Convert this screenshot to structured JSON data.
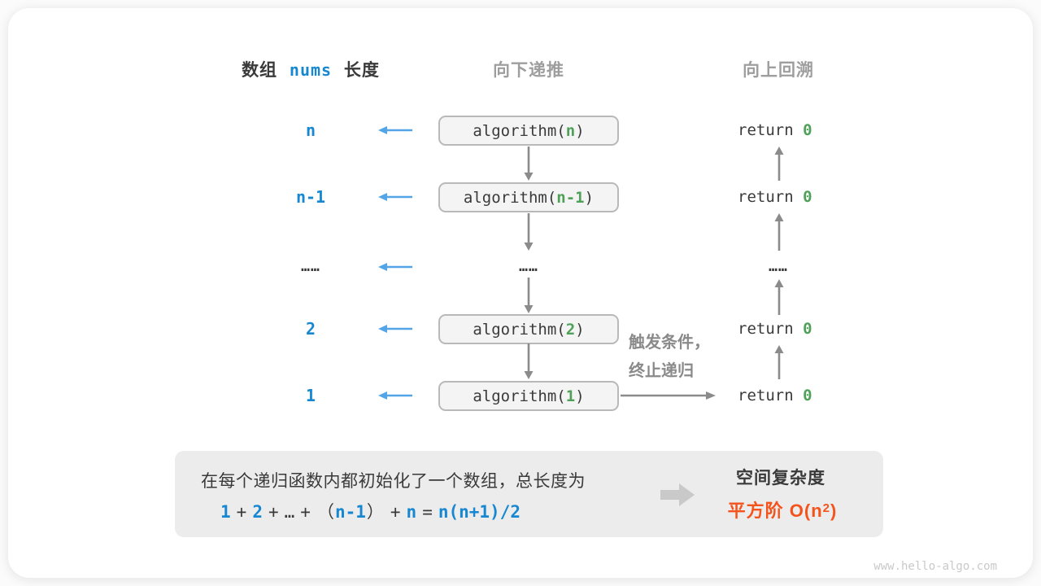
{
  "diagram": {
    "headers": {
      "col1_pre": "数组",
      "col1_code": "nums",
      "col1_post": "长度",
      "col2": "向下递推",
      "col3": "向上回溯"
    },
    "rows": [
      {
        "label": "n",
        "func_pre": "algorithm(",
        "param": "n",
        "func_post": ")",
        "ret_pre": "return ",
        "ret_val": "0"
      },
      {
        "label": "n-1",
        "func_pre": "algorithm(",
        "param": "n-1",
        "func_post": ")",
        "ret_pre": "return ",
        "ret_val": "0"
      },
      {
        "label": "……",
        "mid_dots": "……",
        "right_dots": "……"
      },
      {
        "label": "2",
        "func_pre": "algorithm(",
        "param": "2",
        "func_post": ")",
        "ret_pre": "return ",
        "ret_val": "0"
      },
      {
        "label": "1",
        "func_pre": "algorithm(",
        "param": "1",
        "func_post": ")",
        "ret_pre": "return ",
        "ret_val": "0"
      }
    ],
    "trigger_note": {
      "line1": "触发条件，",
      "line2": "终止递归"
    }
  },
  "summary": {
    "line1": "在每个递归函数内都初始化了一个数组，总长度为",
    "formula": {
      "t1": "1",
      "op1": "+",
      "t2": "2",
      "op2": "+",
      "ellipsis": "…",
      "op3": "+",
      "paren_l": "（",
      "t3": "n-1",
      "paren_r": "）",
      "op4": "+",
      "t4": "n",
      "eq": "=",
      "t5": "n(n+1)/2"
    },
    "result_title": "空间复杂度",
    "result_value_pre": "平方阶 O(n",
    "result_value_sup": "2",
    "result_value_post": ")"
  },
  "colors": {
    "blue_text": "#1787d2",
    "blue_arrow": "#54a5e7",
    "green": "#4fa058",
    "gray_arrow": "#8b8b8b",
    "orange": "#f4541c"
  },
  "watermark": "www.hello-algo.com"
}
